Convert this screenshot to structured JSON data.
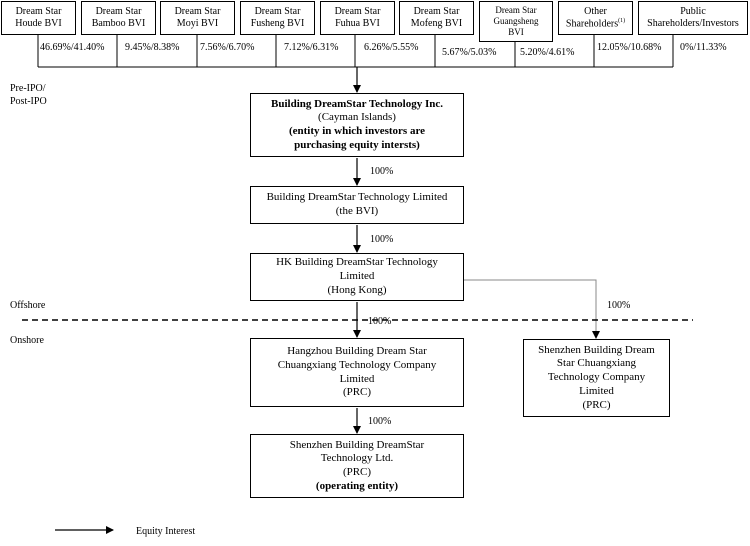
{
  "shareholders": [
    {
      "line1": "Dream Star",
      "line2": "Houde BVI",
      "pct": "46.69%/41.40%"
    },
    {
      "line1": "Dream Star",
      "line2": "Bamboo BVI",
      "pct": "9.45%/8.38%"
    },
    {
      "line1": "Dream Star",
      "line2": "Moyi BVI",
      "pct": "7.56%/6.70%"
    },
    {
      "line1": "Dream Star",
      "line2": "Fusheng BVI",
      "pct": "7.12%/6.31%"
    },
    {
      "line1": "Dream Star",
      "line2": "Fuhua BVI",
      "pct": "6.26%/5.55%"
    },
    {
      "line1": "Dream Star",
      "line2": "Mofeng BVI",
      "pct": "5.67%/5.03%"
    },
    {
      "line1": "Dream Star",
      "line2": "Guangsheng",
      "line3": "BVI",
      "pct": "5.20%/4.61%"
    },
    {
      "line1": "Other",
      "line2": "Shareholders",
      "sup": "(1)",
      "pct": "12.05%/10.68%"
    },
    {
      "line1": "Public",
      "line2": "Shareholders/Investors",
      "pct": "0%/11.33%"
    }
  ],
  "labels": {
    "pre_post": "Pre-IPO/",
    "pre_post2": "Post-IPO",
    "offshore": "Offshore",
    "onshore": "Onshore",
    "legend": "Equity Interest"
  },
  "entities": {
    "cayman": {
      "line1": "Building DreamStar Technology Inc.",
      "line2": "(Cayman Islands)",
      "line3": "(entity in which investors are",
      "line4": "purchasing equity intersts)"
    },
    "bvi": {
      "line1": "Building DreamStar Technology Limited",
      "line2": "(the BVI)"
    },
    "hk": {
      "line1": "HK Building DreamStar Technology",
      "line2": "Limited",
      "line3": "(Hong Kong)"
    },
    "hangzhou": {
      "line1": "Hangzhou Building Dream Star",
      "line2": "Chuangxiang Technology Company",
      "line3": "Limited",
      "line4": "(PRC)"
    },
    "shenzhen_bd": {
      "line1": "Shenzhen Building Dream",
      "line2": "Star Chuangxiang",
      "line3": "Technology Company",
      "line4": "Limited",
      "line5": "(PRC)"
    },
    "shenzhen_ops": {
      "line1": "Shenzhen Building DreamStar",
      "line2": "Technology Ltd.",
      "line3": "(PRC)",
      "line4": "(operating entity)"
    }
  },
  "edges": {
    "cayman_bvi": "100%",
    "bvi_hk": "100%",
    "hk_hangzhou": "100%",
    "hk_shenzhen": "100%",
    "hangzhou_ops": "100%"
  }
}
